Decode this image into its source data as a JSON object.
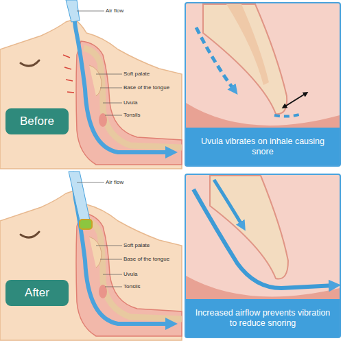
{
  "diagram": {
    "nodes": [
      {
        "text": [
          "Before"
        ]
      },
      {
        "text": [
          "Uvula vibrates on inhale causing snore"
        ]
      },
      {
        "text": [
          "After"
        ]
      },
      {
        "text": [
          "Increased airflow prevents vibration to reduce snoring"
        ]
      }
    ],
    "labels": [
      "Air flow",
      "Soft palate",
      "Base of the tongue",
      "Uvula",
      "Tonsils",
      "Air flow",
      "Soft palate",
      "Base of the tongue",
      "Uvula",
      "Tonsils"
    ]
  }
}
